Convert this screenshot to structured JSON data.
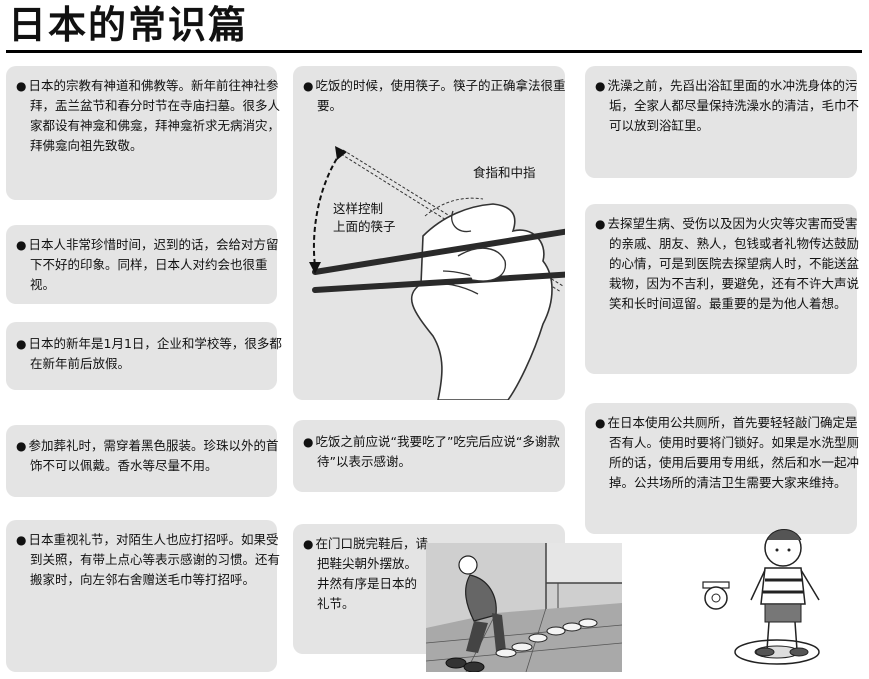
{
  "page": {
    "title": "日本的常识篇"
  },
  "left_cards": [
    {
      "text": "日本的宗教有神道和佛教等。新年前往神社参拜，盂兰盆节和春分时节在寺庙扫墓。很多人家都设有神龛和佛龛，拜神龛祈求无病消灾，拜佛龛向祖先致敬。"
    },
    {
      "text": "日本人非常珍惜时间，迟到的话，会给对方留下不好的印象。同样，日本人对约会也很重视。"
    },
    {
      "text": "日本的新年是1月1日，企业和学校等，很多都在新年前后放假。"
    },
    {
      "text": "参加葬礼时，需穿着黑色服装。珍珠以外的首饰不可以佩戴。香水等尽量不用。"
    },
    {
      "text": "日本重视礼节，对陌生人也应打招呼。如果受到关照，有带上点心等表示感谢的习惯。还有搬家时，向左邻右舍赠送毛巾等打招呼。"
    }
  ],
  "middle_cards": [
    {
      "text": "吃饭的时候，使用筷子。筷子的正确拿法很重要。"
    },
    {
      "text": "吃饭之前应说“我要吃了”吃完后应说“多谢款待”以表示感谢。"
    },
    {
      "text": "在门口脱完鞋后，请把鞋尖朝外摆放。井然有序是日本的礼节。"
    }
  ],
  "chopstick_annotations": {
    "fingers": "食指和中指",
    "control_line1": "这样控制",
    "control_line2": "上面的筷子"
  },
  "right_cards": [
    {
      "text": "洗澡之前，先舀出浴缸里面的水冲洗身体的污垢，全家人都尽量保持洗澡水的清洁，毛巾不可以放到浴缸里。"
    },
    {
      "text": "去探望生病、受伤以及因为火灾等灾害而受害的亲戚、朋友、熟人，包钱或者礼物传达鼓励的心情，可是到医院去探望病人时，不能送盆栽物，因为不吉利，要避免，还有不许大声说笑和长时间逗留。最重要的是为他人着想。"
    },
    {
      "text": "在日本使用公共厕所，首先要轻轻敲门确定是否有人。使用时要将门锁好。如果是水洗型厕所的话，使用后要用专用纸，然后和水一起冲掉。公共场所的清洁卫生需要大家来维持。"
    }
  ]
}
